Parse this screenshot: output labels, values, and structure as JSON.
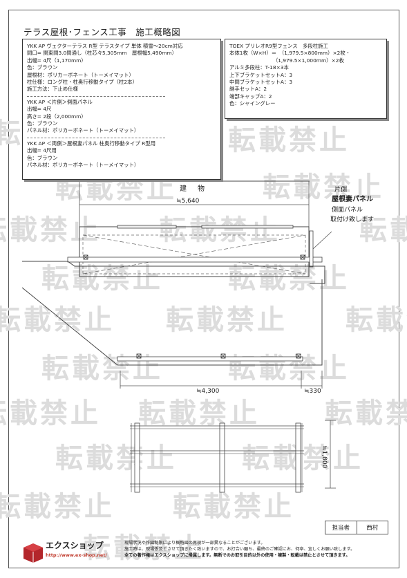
{
  "title": "テラス屋根･フェンス工事　施工概略図",
  "spec_box": {
    "lines": [
      "YKK AP ヴェクターテラス R型 テラスタイプ 単体 積雪～20cm対応",
      "間口= 関東間3.0間通し（柱芯々5,305mm　屋根幅5,490mm）",
      "出幅= 4尺（1,170mm）",
      "色：ブラウン",
      "屋根材：ポリカーボネート（トーメイマット）",
      "柱仕様：ロング柱・柱奥行移動タイプ（柱2本）",
      "施工方法：下止め仕様"
    ],
    "lines2": [
      "YKK AP ＜片側＞側面パネル",
      "出幅= 4尺",
      "高さ= 2段（2,000mm）",
      "色：ブラウン",
      "パネル材：ポリカーボネート（トーメイマット）"
    ],
    "lines3": [
      "YKK AP ＜両側＞屋根妻パネル 柱奥行移動タイプ R型用",
      "出幅= 4尺用",
      "色：ブラウン",
      "パネル材：ポリカーボネート（トーメイマット）"
    ]
  },
  "fence_box": {
    "lines": [
      "TOEX プリレオR9型フェンス　多段柱施工",
      "本体1枚（W×H）＝　（1,979.5×800mm）×2枚・",
      "　　　　　　　　　（1,979.5×1,000mm）×2枚",
      "アルミ多段柱：T-18×3本",
      "上下ブラケットセットA：3",
      "中間ブラケットセットA：3",
      "継手セットA：2",
      "端部キャップA：2",
      "色：シャイングレー"
    ]
  },
  "watermark": "転載禁止",
  "building_label": "建　物",
  "dims": {
    "width_top": "≒5,640",
    "fence_width": "≒4,300",
    "fence_offset": "≒330",
    "fence_height": "≒1,800"
  },
  "side_label": {
    "l1": "片側",
    "l2": "屋根妻パネル",
    "l3": "側面パネル",
    "l4": "取付け致します"
  },
  "sign": {
    "label": "担当者",
    "name": "西村"
  },
  "logo": {
    "name": "エクスショップ",
    "url": "http://www.ex-shop.net/"
  },
  "notes": [
    "現場状況や作図制限により概略図の再現が一部異なることがございます。",
    "施工時は、現場係及とさせて頂きたく致いますので、お打合い願ち、最終のご確認にお、何卒、宜しくお願い致します。",
    "全ての著作権はエクスショップに帰属します。無断でのお取引目的以外の使用・複製・転載は禁止とさせて頂きます。"
  ]
}
